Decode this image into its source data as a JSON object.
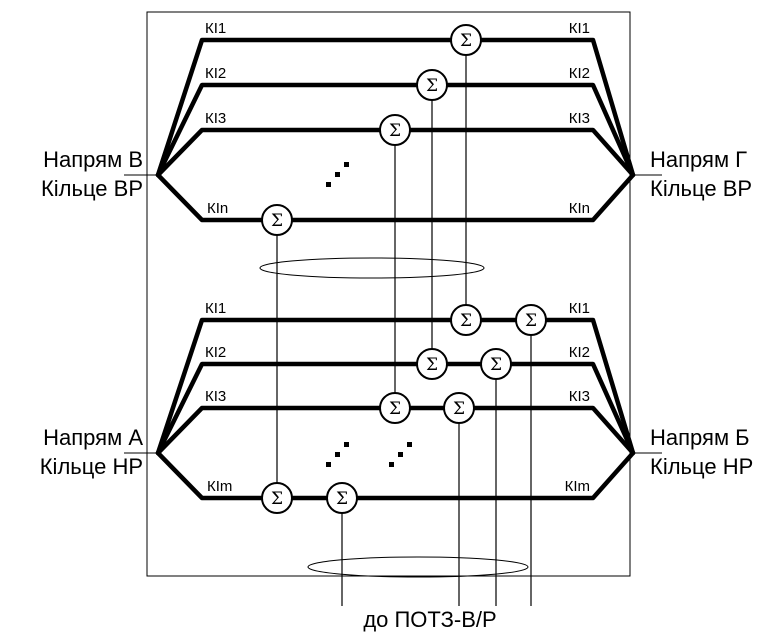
{
  "top_block": {
    "left_labels": [
      "Напрям В",
      "Кільце ВР"
    ],
    "right_labels": [
      "Напрям Г",
      "Кільце ВР"
    ],
    "channels": [
      {
        "left": "КІ1",
        "right": "КІ1"
      },
      {
        "left": "КІ2",
        "right": "КІ2"
      },
      {
        "left": "КІ3",
        "right": "КІ3"
      },
      {
        "left": "КІn",
        "right": "КІn"
      }
    ]
  },
  "bottom_block": {
    "left_labels": [
      "Напрям А",
      "Кільце НР"
    ],
    "right_labels": [
      "Напрям Б",
      "Кільце НР"
    ],
    "channels": [
      {
        "left": "КІ1",
        "right": "КІ1"
      },
      {
        "left": "КІ2",
        "right": "КІ2"
      },
      {
        "left": "КІ3",
        "right": "КІ3"
      },
      {
        "left": "КІm",
        "right": "КІm"
      }
    ]
  },
  "summer_symbol": "Σ",
  "output_label": "до ПОТЗ-В/Р"
}
